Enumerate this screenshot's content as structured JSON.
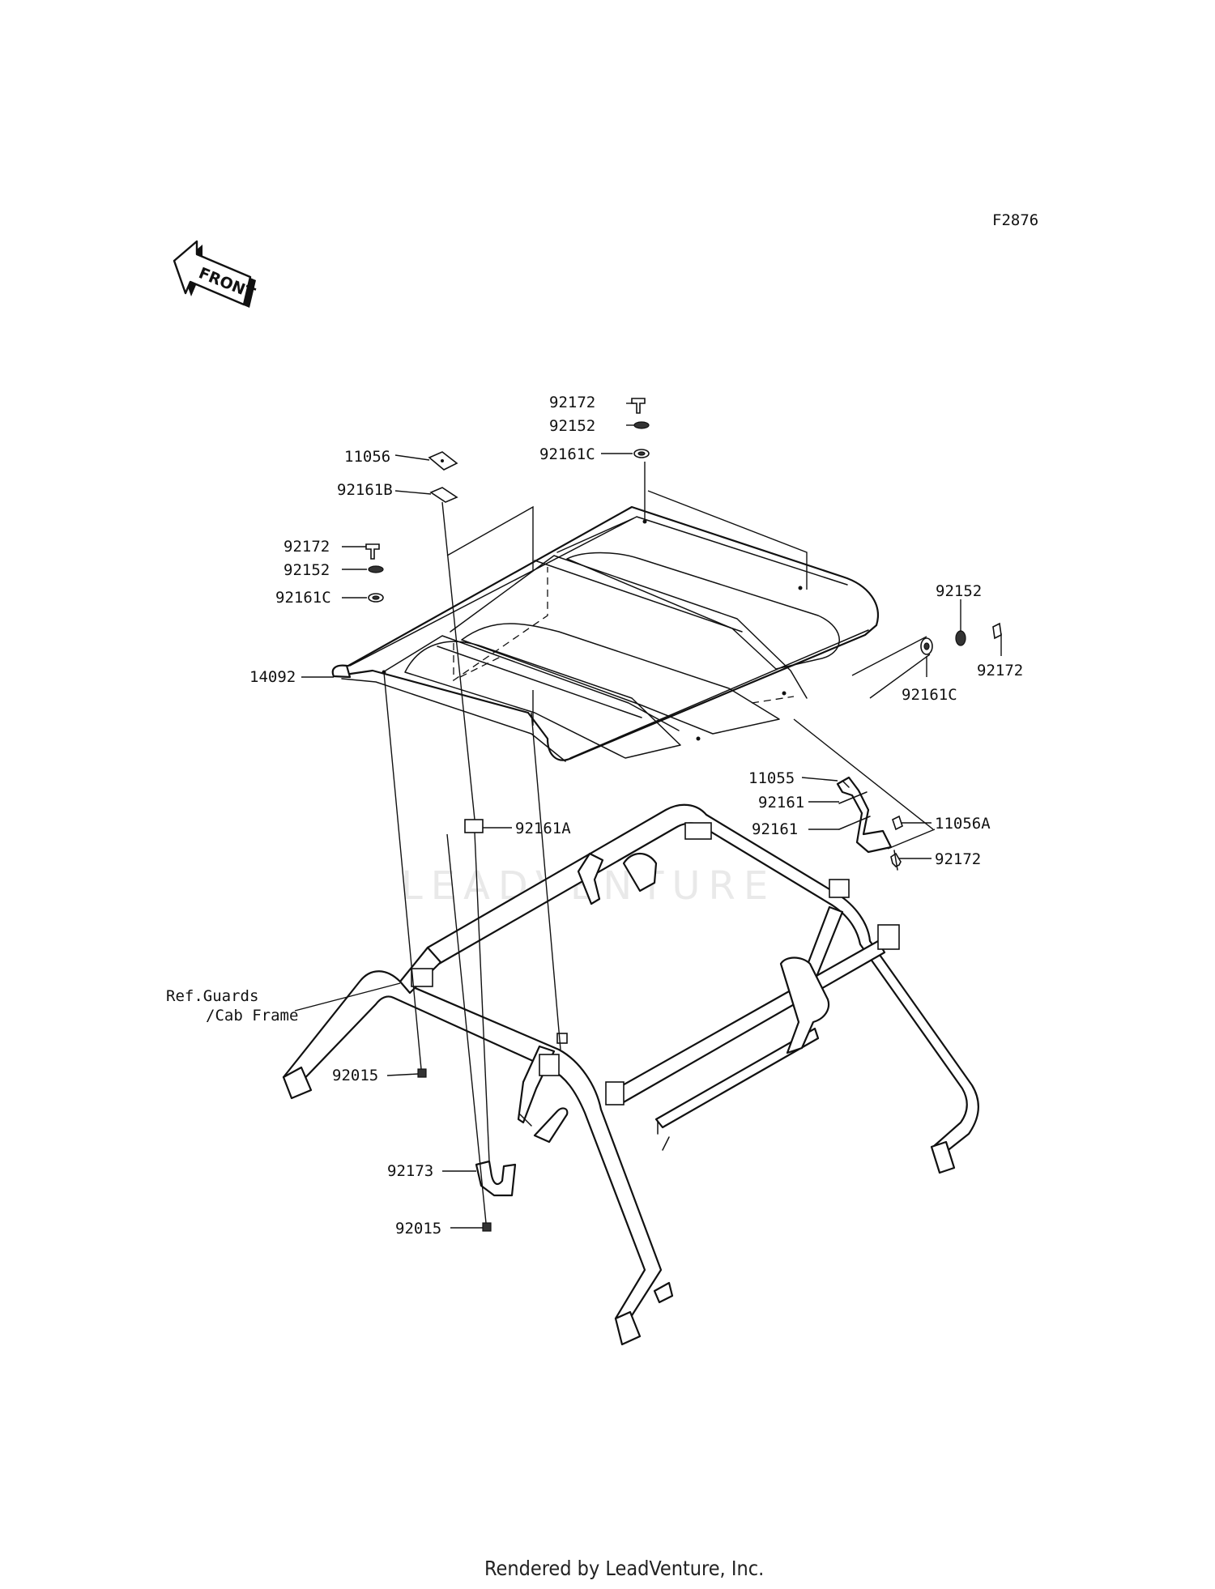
{
  "diagram": {
    "figure_code": "F2876",
    "front_arrow_text": "FRONT",
    "watermark": "LEADVENTURE",
    "footer": "Rendered by LeadVenture, Inc.",
    "reference_label": [
      "Ref.Guards",
      "/Cab Frame"
    ],
    "callouts": [
      "92172",
      "92152",
      "92161C",
      "11056",
      "92161B",
      "92172",
      "92152",
      "92161C",
      "14092",
      "92152",
      "92172",
      "92161C",
      "11055",
      "92161",
      "92161",
      "11056A",
      "92172",
      "92161A",
      "92015",
      "92173",
      "92015"
    ]
  }
}
